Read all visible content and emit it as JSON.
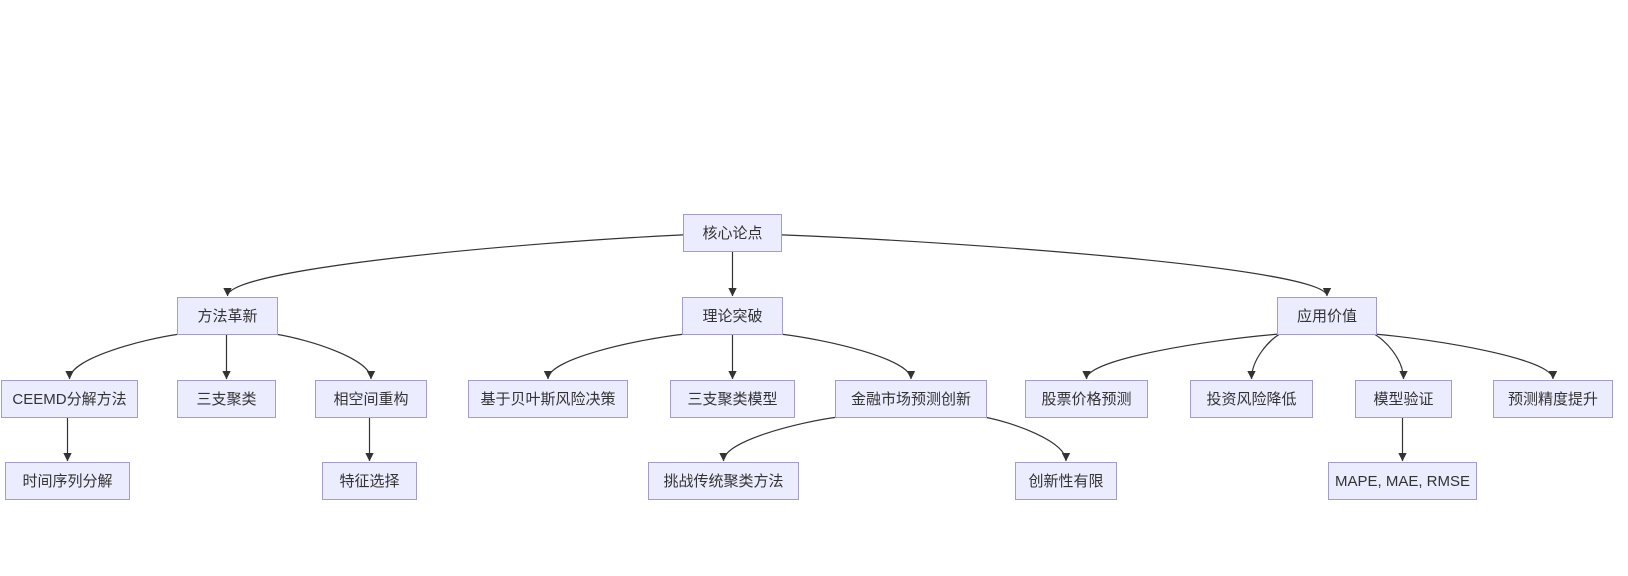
{
  "diagram": {
    "type": "flowchart-tree",
    "colors": {
      "node_fill": "#ECECFF",
      "node_border": "#a29cd6",
      "edge": "#333333",
      "text": "#333333",
      "background": "#ffffff"
    },
    "nodes": {
      "root": {
        "label": "核心论点"
      },
      "method": {
        "label": "方法革新"
      },
      "theory": {
        "label": "理论突破"
      },
      "application": {
        "label": "应用价值"
      },
      "ceemd": {
        "label": "CEEMD分解方法"
      },
      "three_way": {
        "label": "三支聚类"
      },
      "phase_space": {
        "label": "相空间重构"
      },
      "bayes": {
        "label": "基于贝叶斯风险决策"
      },
      "three_way_model": {
        "label": "三支聚类模型"
      },
      "fin_innovation": {
        "label": "金融市场预测创新"
      },
      "stock_pred": {
        "label": "股票价格预测"
      },
      "risk_reduce": {
        "label": "投资风险降低"
      },
      "model_valid": {
        "label": "模型验证"
      },
      "accuracy": {
        "label": "预测精度提升"
      },
      "ts_decomp": {
        "label": "时间序列分解"
      },
      "feature_sel": {
        "label": "特征选择"
      },
      "challenge": {
        "label": "挑战传统聚类方法"
      },
      "limited_novelty": {
        "label": "创新性有限"
      },
      "metrics": {
        "label": "MAPE, MAE, RMSE"
      }
    },
    "edges": [
      {
        "from": "root",
        "to": "method"
      },
      {
        "from": "root",
        "to": "theory"
      },
      {
        "from": "root",
        "to": "application"
      },
      {
        "from": "method",
        "to": "ceemd"
      },
      {
        "from": "method",
        "to": "three_way"
      },
      {
        "from": "method",
        "to": "phase_space"
      },
      {
        "from": "theory",
        "to": "bayes"
      },
      {
        "from": "theory",
        "to": "three_way_model"
      },
      {
        "from": "theory",
        "to": "fin_innovation"
      },
      {
        "from": "application",
        "to": "stock_pred"
      },
      {
        "from": "application",
        "to": "risk_reduce"
      },
      {
        "from": "application",
        "to": "model_valid"
      },
      {
        "from": "application",
        "to": "accuracy"
      },
      {
        "from": "ceemd",
        "to": "ts_decomp"
      },
      {
        "from": "phase_space",
        "to": "feature_sel"
      },
      {
        "from": "fin_innovation",
        "to": "challenge"
      },
      {
        "from": "fin_innovation",
        "to": "limited_novelty"
      },
      {
        "from": "model_valid",
        "to": "metrics"
      }
    ]
  }
}
